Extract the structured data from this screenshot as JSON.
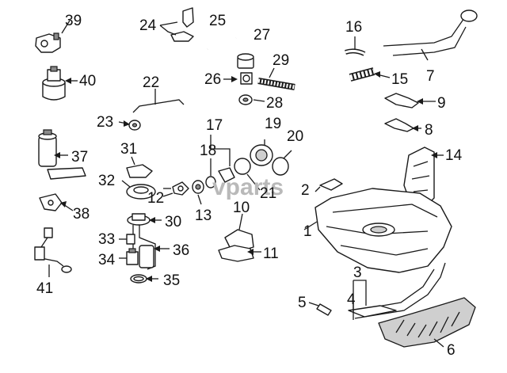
{
  "watermark": "vparts",
  "callouts": [
    {
      "id": "c1",
      "text": "1"
    },
    {
      "id": "c2",
      "text": "2"
    },
    {
      "id": "c3",
      "text": "3"
    },
    {
      "id": "c4",
      "text": "4"
    },
    {
      "id": "c5",
      "text": "5"
    },
    {
      "id": "c6",
      "text": "6"
    },
    {
      "id": "c7",
      "text": "7"
    },
    {
      "id": "c8",
      "text": "8"
    },
    {
      "id": "c9",
      "text": "9"
    },
    {
      "id": "c10",
      "text": "10"
    },
    {
      "id": "c11",
      "text": "11"
    },
    {
      "id": "c12",
      "text": "12"
    },
    {
      "id": "c13",
      "text": "13"
    },
    {
      "id": "c14",
      "text": "14"
    },
    {
      "id": "c15",
      "text": "15"
    },
    {
      "id": "c16",
      "text": "16"
    },
    {
      "id": "c17",
      "text": "17"
    },
    {
      "id": "c18",
      "text": "18"
    },
    {
      "id": "c19",
      "text": "19"
    },
    {
      "id": "c20",
      "text": "20"
    },
    {
      "id": "c21",
      "text": "21"
    },
    {
      "id": "c22",
      "text": "22"
    },
    {
      "id": "c23",
      "text": "23"
    },
    {
      "id": "c24",
      "text": "24"
    },
    {
      "id": "c25",
      "text": "25"
    },
    {
      "id": "c26",
      "text": "26"
    },
    {
      "id": "c27",
      "text": "27"
    },
    {
      "id": "c28",
      "text": "28"
    },
    {
      "id": "c29",
      "text": "29"
    },
    {
      "id": "c30",
      "text": "30"
    },
    {
      "id": "c31",
      "text": "31"
    },
    {
      "id": "c32",
      "text": "32"
    },
    {
      "id": "c33",
      "text": "33"
    },
    {
      "id": "c34",
      "text": "34"
    },
    {
      "id": "c35",
      "text": "35"
    },
    {
      "id": "c36",
      "text": "36"
    },
    {
      "id": "c37",
      "text": "37"
    },
    {
      "id": "c38",
      "text": "38"
    },
    {
      "id": "c39",
      "text": "39"
    },
    {
      "id": "c40",
      "text": "40"
    },
    {
      "id": "c41",
      "text": "41"
    }
  ]
}
